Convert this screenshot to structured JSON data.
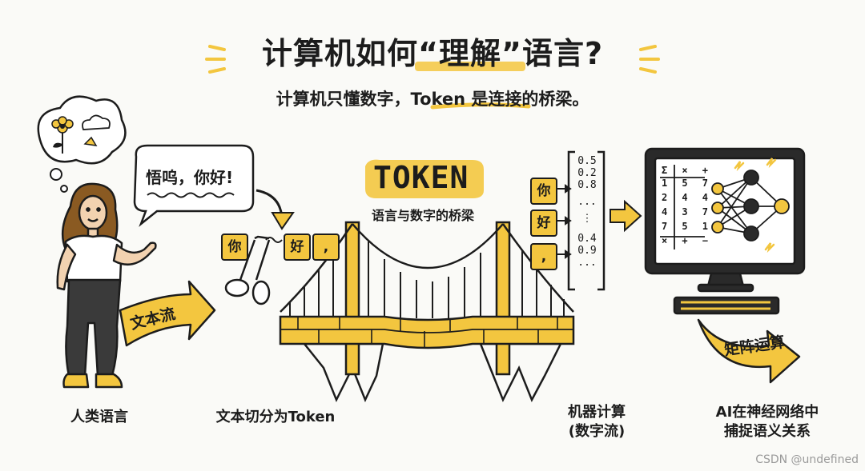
{
  "title": {
    "before": "计算机如何",
    "highlight": "“理解”",
    "after": "语言?"
  },
  "subtitle": "计算机只懂数字，Token 是连接的桥梁。",
  "speech_bubble": "悟呜，你好!",
  "flow_arrow_label": "文本流",
  "token_badge": {
    "title": "TOKEN",
    "subtitle": "语言与数字的桥梁"
  },
  "cut_tokens": [
    "你",
    "好",
    ","
  ],
  "vector_tokens": [
    "你",
    "好",
    ","
  ],
  "vector_values": [
    "0.5",
    "0.2",
    "0.8",
    "...",
    "⋮",
    "0.4",
    "0.9",
    "..."
  ],
  "matrix": {
    "header": [
      "Σ",
      "×",
      "+"
    ],
    "rows": [
      [
        "1",
        "5",
        "7"
      ],
      [
        "2",
        "4",
        "4"
      ],
      [
        "4",
        "3",
        "7"
      ],
      [
        "7",
        "5",
        "1"
      ]
    ],
    "footer": [
      "×",
      "+",
      "−"
    ]
  },
  "matrix_arrow_label": "矩阵运算",
  "captions": {
    "human_language": "人类语言",
    "split_text": "文本切分为Token",
    "machine_calc_line1": "机器计算",
    "machine_calc_line2": "(数字流)",
    "ai_line1": "AI在神经网络中",
    "ai_line2": "捕捉语义关系"
  },
  "watermark": "CSDN @undefined",
  "colors": {
    "accent": "#f3c63f",
    "ink": "#1c1c1c",
    "background": "#fafaf7"
  },
  "icons": [
    "flower-icon",
    "cloud-icon",
    "scissors-icon",
    "bridge-icon",
    "computer-icon",
    "neural-network-icon",
    "keyboard-icon"
  ]
}
